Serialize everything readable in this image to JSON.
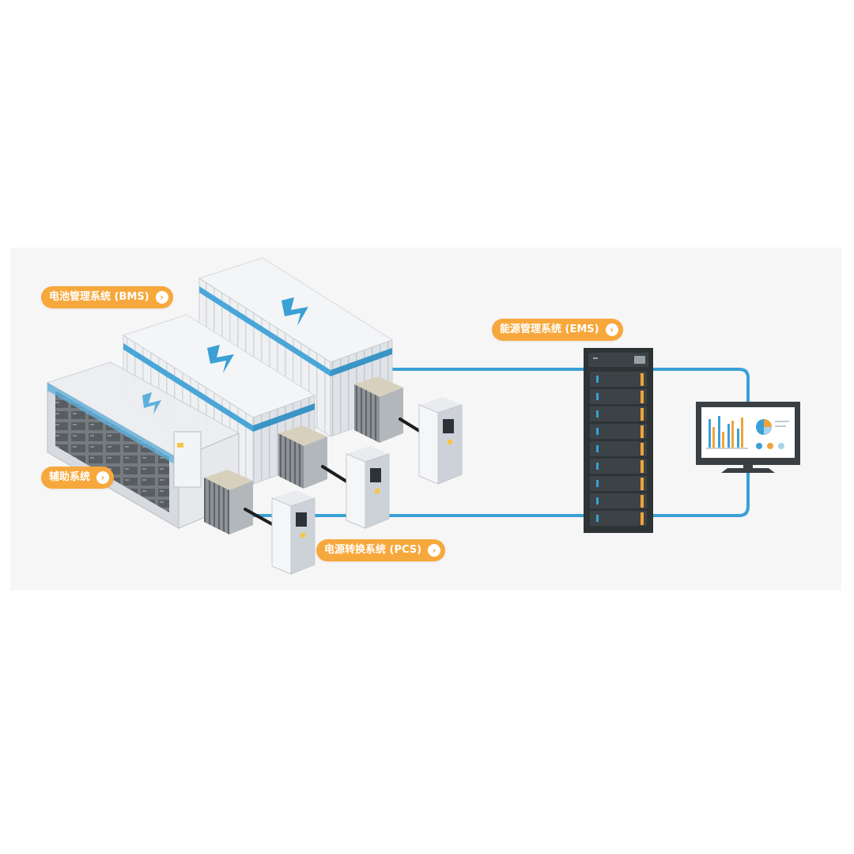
{
  "labels": {
    "bms": "电池管理系统 (BMS)",
    "ems": "能源管理系统 (EMS)",
    "aux": "辅助系统",
    "pcs": "电源转换系统 (PCS)"
  },
  "icons": {
    "label_arrow": "chevron-right-icon",
    "container_mark": "lightning-icon"
  },
  "colors": {
    "label_bg": "#f7a83c",
    "connection_line": "#3aa0d6",
    "panel_bg": "#f6f6f6",
    "rack_body": "#2e3436",
    "rack_led": "#f0a33a"
  }
}
